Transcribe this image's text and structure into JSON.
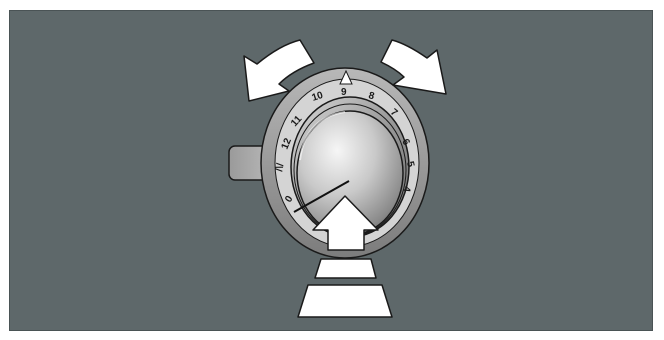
{
  "figure": {
    "background_color": "#5e686a",
    "arrow_color": "#ffffff"
  },
  "dial": {
    "scale_labels": [
      "0",
      "/\\/",
      "12",
      "11",
      "10",
      "9",
      "8",
      "7",
      "6",
      "5",
      "4"
    ],
    "top_marker": "triangle-marker-icon",
    "left_arrow": "rotate-left-arrow-icon",
    "right_arrow": "rotate-right-arrow-icon",
    "push_arrow": "push-down-arrow-icon"
  }
}
